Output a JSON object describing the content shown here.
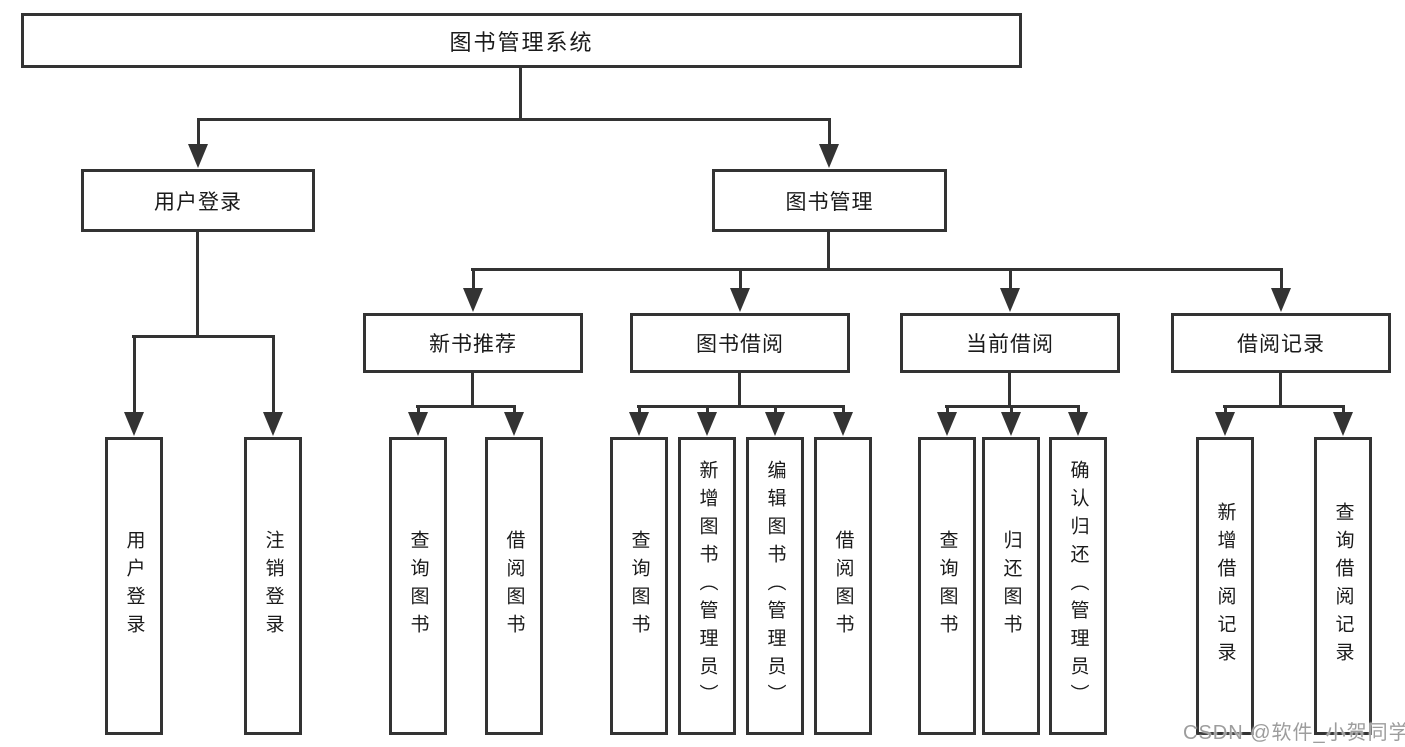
{
  "diagram": {
    "title": "图书管理系统",
    "level2": {
      "user_login": "用户登录",
      "book_management": "图书管理"
    },
    "level3": {
      "new_book_recommend": "新书推荐",
      "book_borrow": "图书借阅",
      "current_borrow": "当前借阅",
      "borrow_records": "借阅记录"
    },
    "leaves": {
      "user_login_1": "用户登录",
      "user_login_2": "注销登录",
      "new_book_1": "查询图书",
      "new_book_2": "借阅图书",
      "borrow_1": "查询图书",
      "borrow_2": "新增图书（管理员）",
      "borrow_3": "编辑图书（管理员）",
      "borrow_4": "借阅图书",
      "current_1": "查询图书",
      "current_2": "归还图书",
      "current_3": "确认归还（管理员）",
      "records_1": "新增借阅记录",
      "records_2": "查询借阅记录"
    }
  },
  "watermark": "CSDN @软件_小贺同学",
  "colors": {
    "line": "#333333",
    "text": "#1a1a1a",
    "watermark": "#9d9d9d",
    "background": "#ffffff"
  }
}
